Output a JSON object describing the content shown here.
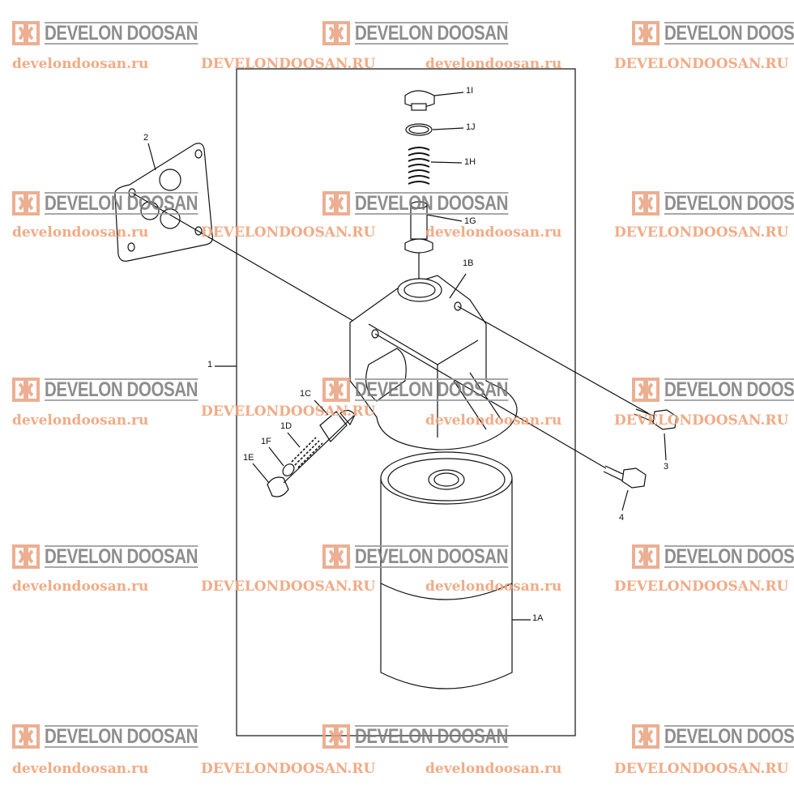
{
  "watermark": {
    "logo_text": "DEVELON DOOSAN",
    "url_lower": "develondoosan.ru",
    "url_upper": "DEVELONDOOSAN.RU",
    "logo_color": "#e9a27f",
    "text_color": "#7a7a7a",
    "url_color": "#f0a27a"
  },
  "labels": {
    "p1": "1",
    "p1A": "1A",
    "p1B": "1B",
    "p1C": "1C",
    "p1D": "1D",
    "p1E": "1E",
    "p1F": "1F",
    "p1G": "1G",
    "p1H": "1H",
    "p1I": "1I",
    "p1J": "1J",
    "p2": "2",
    "p3": "3",
    "p4": "4"
  }
}
